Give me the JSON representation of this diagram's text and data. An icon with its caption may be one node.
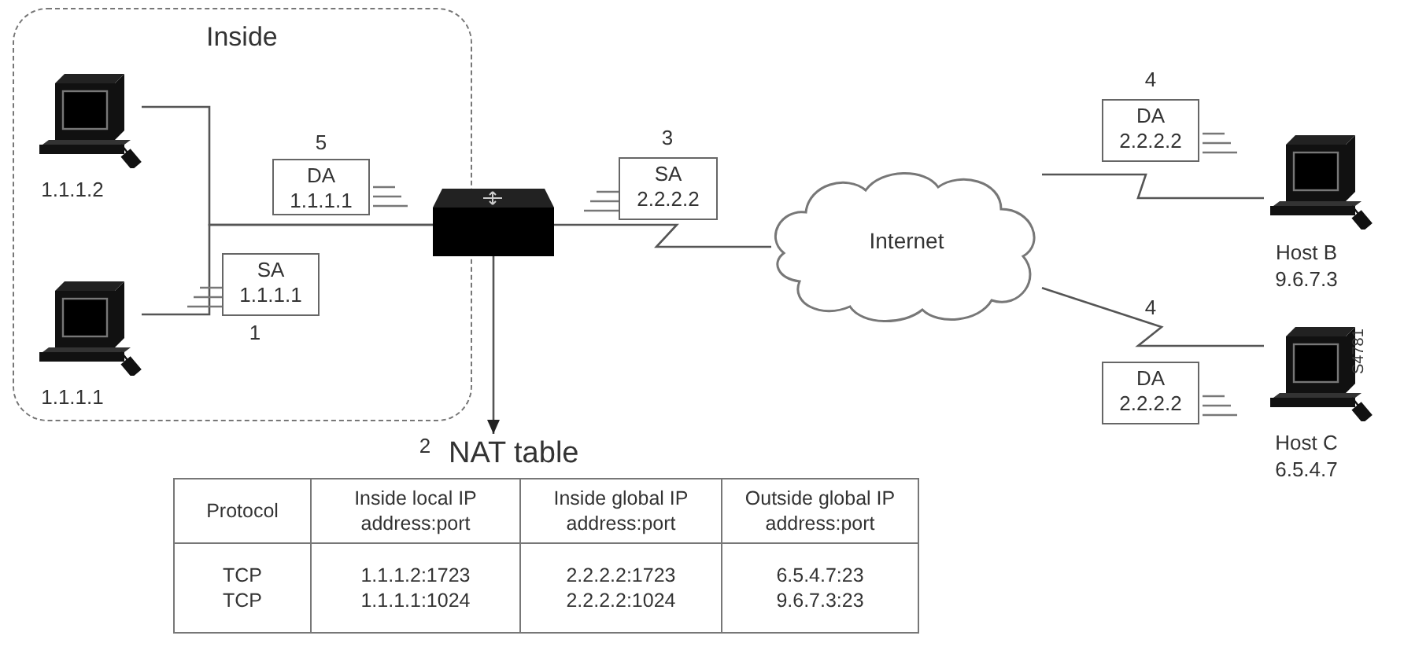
{
  "diagram": {
    "nodes": [
      {
        "text": [
          "Inside"
        ]
      },
      {
        "text": [],
        "shape": "picture",
        "in": 0,
        "beside": [
          "1.1.1.2"
        ]
      },
      {
        "text": [
          "DA",
          "1.1.1.1"
        ],
        "in": 0,
        "beside": [
          "5"
        ]
      },
      {
        "text": [
          "SA",
          "1.1.1.1"
        ],
        "in": 0,
        "beside": [
          "1"
        ]
      },
      {
        "text": [],
        "shape": "picture",
        "in": 0,
        "beside": [
          "1.1.1.1"
        ]
      },
      {
        "text": [],
        "shape": "box"
      },
      {
        "text": [
          "SA",
          "2.2.2.2"
        ],
        "beside": [
          "3"
        ]
      },
      {
        "text": [
          "DA",
          "2.2.2.2"
        ],
        "beside": [
          "4"
        ]
      },
      {
        "text": [
          "Internet"
        ]
      },
      {
        "text": [],
        "shape": "picture",
        "beside": [
          "Host B 9.6.7.3"
        ]
      },
      {
        "text": [
          "DA",
          "2.2.2.2"
        ],
        "beside": [
          "4"
        ]
      },
      {
        "text": [],
        "shape": "picture",
        "beside": [
          "Host C 6.5.4.7"
        ]
      },
      {
        "text": [
          "NAT table"
        ],
        "beside": [
          "2"
        ]
      }
    ],
    "edges": [
      {
        "from": 1,
        "to": 5,
        "arrow": "none"
      },
      {
        "from": 4,
        "to": 5,
        "arrow": "none"
      },
      {
        "from": 5,
        "to": 8,
        "arrow": "none"
      },
      {
        "from": 8,
        "to": 9,
        "arrow": "none"
      },
      {
        "from": 8,
        "to": 11,
        "arrow": "none"
      },
      {
        "from": 5,
        "to": 12,
        "arrow": "to"
      }
    ],
    "labels": [
      "S4781",
      "Protocol",
      "Inside local IP address:port",
      "Inside global IP address:port",
      "Outside global IP address:port",
      "TCP",
      "1.1.1.2:1723",
      "2.2.2.2:1723",
      "6.5.4.7:23",
      "TCP",
      "1.1.1.1:1024",
      "2.2.2.2:1024",
      "9.6.7.3:23"
    ]
  }
}
